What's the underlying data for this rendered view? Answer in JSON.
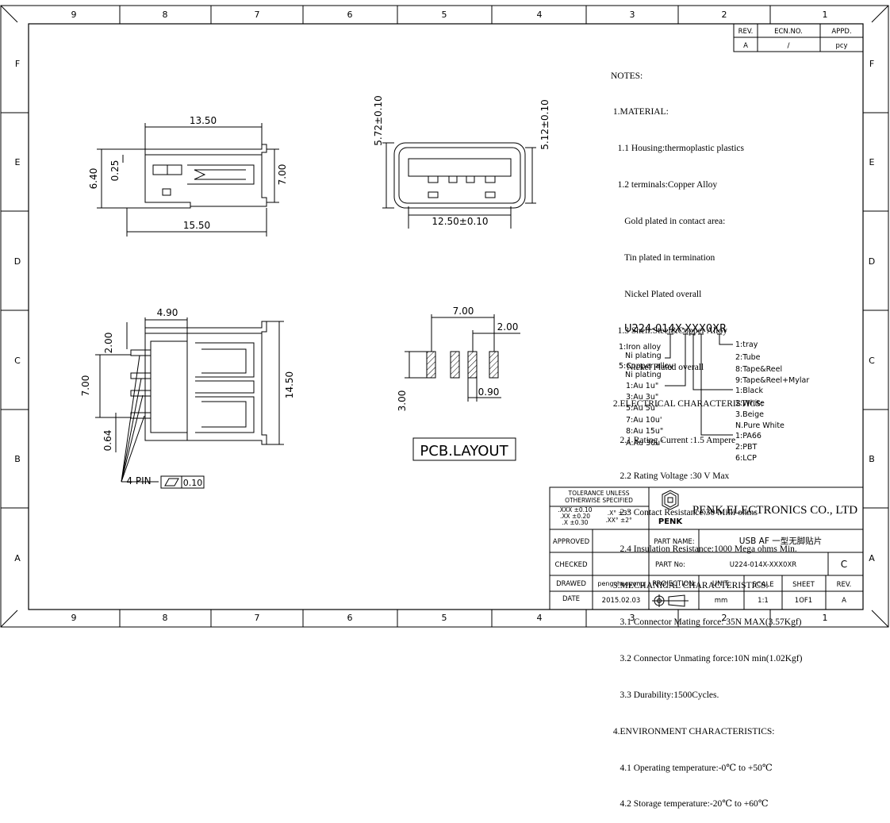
{
  "border": {
    "columns_top": [
      "9",
      "8",
      "7",
      "6",
      "5",
      "4",
      "3",
      "2",
      "1"
    ],
    "rows_side": [
      "F",
      "E",
      "D",
      "C",
      "B",
      "A"
    ]
  },
  "revision_table": {
    "headers": [
      "REV.",
      "ECN.NO.",
      "APPD."
    ],
    "row": [
      "A",
      "/",
      "pcy"
    ]
  },
  "notes": {
    "heading": "NOTES:",
    "lines": [
      " 1.MATERIAL:",
      "   1.1 Housing:thermoplastic plastics",
      "   1.2 terminals:Copper Alloy",
      "      Gold plated in contact area:",
      "      Tin plated in termination",
      "      Nickel Plated overall",
      "   1.3 Shell:Steel&Copper Alloy",
      "       Nickel Plated overall",
      " 2.ELECTRICAL CHARACTERISTICS:",
      "    2.1 Rating Current :1.5 Ampere",
      "    2.2 Rating Voltage :30 V Max",
      "    2.3 Contact Resistance:30 Milli ohms",
      "    2.4 Insulation Resistance:1000 Mega ohms Min.",
      " 3.MECHANICAL CHARACTERISTICS:",
      "    3.1 Connector Mating force: 35N MAX(3.57Kgf)",
      "    3.2 Connector Unmating force:10N min(1.02Kgf)",
      "    3.3 Durability:1500Cycles.",
      " 4.ENVIRONMENT CHARACTERISTICS:",
      "    4.1 Operating temperature:-0℃ to +50℃",
      "    4.2 Storage temperature:-20℃ to +60℃"
    ]
  },
  "part_code": {
    "code": "U224-014X-XXX0XR",
    "left_options": [
      "1:Iron alloy",
      "  Ni plating",
      "5:Copper alloy",
      "  Ni plating",
      "1:Au  1u\"",
      "3:Au  3u\"",
      "5:Au  5u\"",
      "7:Au  10u'",
      "8:Au  15u\"",
      "A:Au  30u\""
    ],
    "packing": [
      "1:tray",
      "2:Tube",
      "8:Tape&Reel",
      "9:Tape&Reel+Mylar"
    ],
    "color": [
      "1:Black",
      "2:White",
      "3.Beige",
      "N.Pure White"
    ],
    "housing": [
      "1:PA66",
      "2:PBT",
      "6:LCP"
    ]
  },
  "dimensions": {
    "side_top_width": "13.50",
    "side_height": "6.40",
    "side_small": "0.25",
    "side_right": "7.00",
    "side_bottom": "15.50",
    "front_h1": "5.72±0.10",
    "front_h2": "5.12±0.10",
    "front_width": "12.50±0.10",
    "top_width": "4.90",
    "top_pitch": "2.00",
    "top_span": "7.00",
    "top_pin": "0.64",
    "top_length": "14.50",
    "pin_note": "4 PIN",
    "flatness": "0.10",
    "pcb_span": "7.00",
    "pcb_pitch": "2.00",
    "pcb_height": "3.00",
    "pcb_pad": "0.90",
    "pcb_label": "PCB.LAYOUT"
  },
  "title_block": {
    "tolerance_title_1": "TOLERANCE UNLESS",
    "tolerance_title_2": "OTHERWISE SPECIFIED",
    "tol_rows": [
      ".XXX ±0.10",
      ".XX   ±0.20",
      ".X     ±0.30"
    ],
    "tol_angle": [
      ".X°    ±3°",
      ".XX°  ±2°"
    ],
    "logo_text": "PENK",
    "company": "PENK ELECTRONICS CO., LTD",
    "approved_label": "APPROVED",
    "checked_label": "CHECKED",
    "drawed_label": "DRAWED",
    "drawed_value": "pengchaoyong",
    "date_label": "DATE",
    "date_value": "2015.02.03",
    "part_name_label": "PART NAME:",
    "part_name_value": "USB AF 一型无脚贴片",
    "part_no_label": "PART No:",
    "part_no_value": "U224-014X-XXX0XR",
    "part_no_rev": "C",
    "projection_label": "PROJECTION:",
    "unit_label": "UNIT:",
    "unit_value": "mm",
    "scale_label": "SCALE",
    "scale_value": "1:1",
    "sheet_label": "SHEET",
    "sheet_value": "1OF1",
    "rev_label": "REV.",
    "rev_value": "A"
  }
}
